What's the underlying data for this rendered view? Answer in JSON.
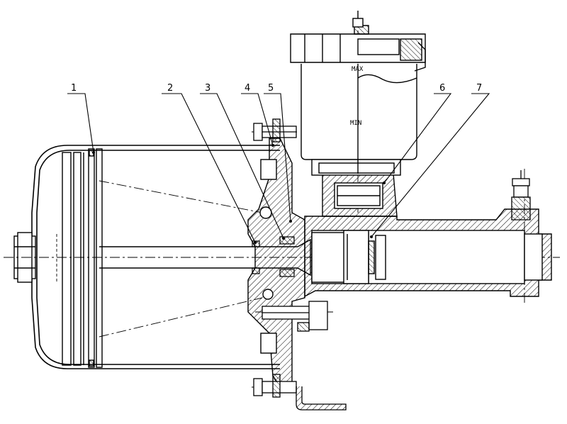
{
  "drawing": {
    "callouts": [
      {
        "number": "1"
      },
      {
        "number": "2"
      },
      {
        "number": "3"
      },
      {
        "number": "4"
      },
      {
        "number": "5"
      },
      {
        "number": "6"
      },
      {
        "number": "7"
      }
    ],
    "reservoir": {
      "max_mark": "MAX",
      "min_mark": "MIN"
    },
    "colors": {
      "line": "#000000",
      "background": "#ffffff"
    }
  }
}
